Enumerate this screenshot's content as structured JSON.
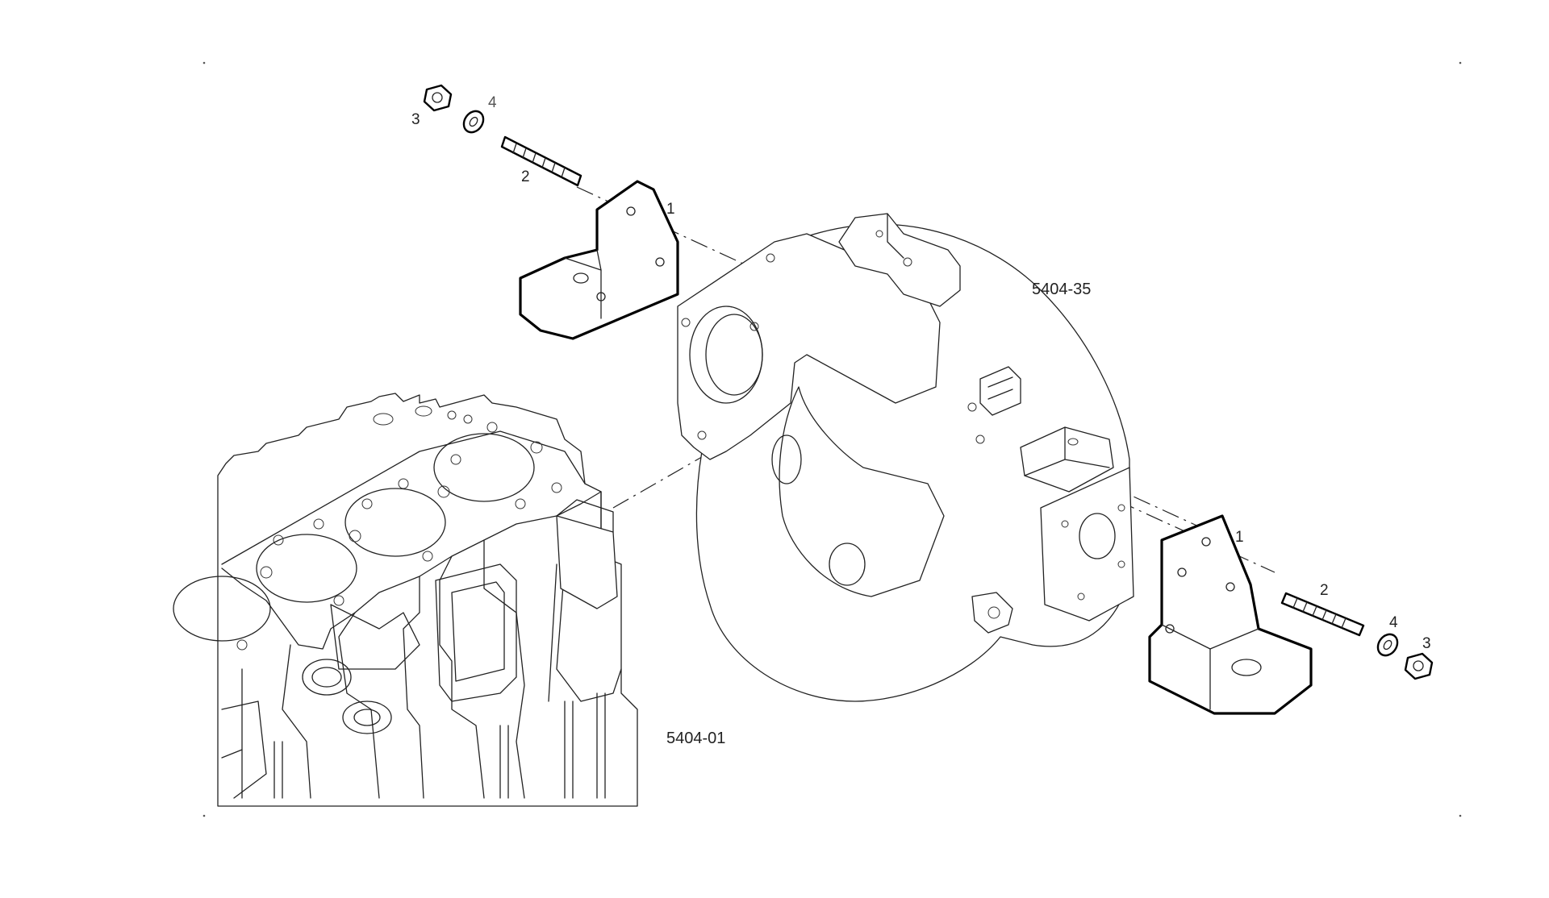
{
  "diagram": {
    "references": {
      "flywheel_housing": "5404-35",
      "engine_block": "5404-01"
    },
    "callouts": {
      "bracket": "1",
      "stud": "2",
      "nut": "3",
      "washer": "4"
    }
  }
}
